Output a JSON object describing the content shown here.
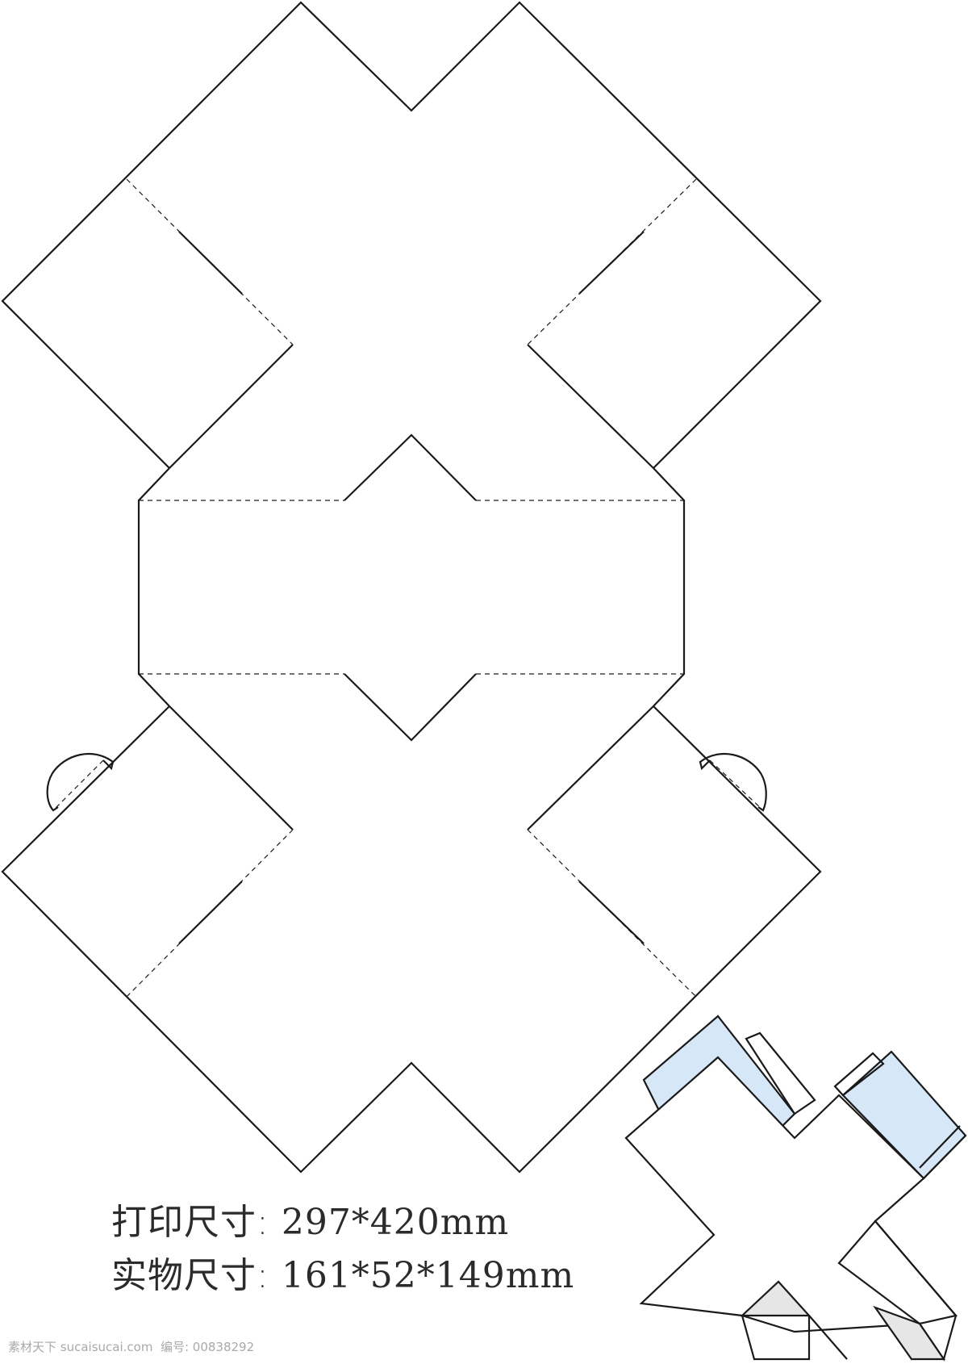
{
  "specs": {
    "print_label": "打印尺寸:",
    "print_value": "297*420mm",
    "actual_label": "实物尺寸:",
    "actual_value": "161*52*149mm"
  },
  "watermark": "素材天下 sucaisucai.com  编号: 00838292",
  "colors": {
    "line": "#1a1a1a",
    "face_blue": "#d6e8f8",
    "face_grey": "#e6e6e6",
    "paper": "#ffffff"
  }
}
